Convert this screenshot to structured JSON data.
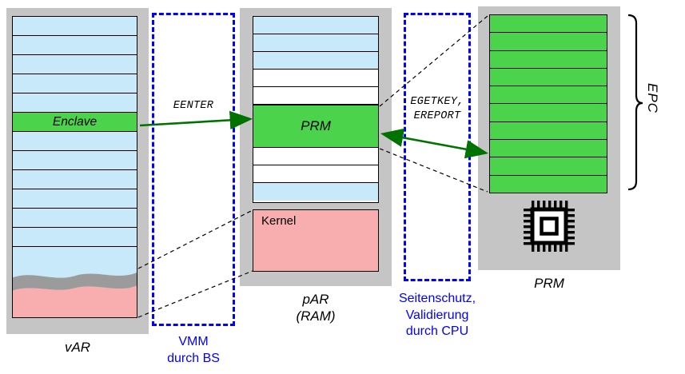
{
  "colors": {
    "canvas_bg": "#ffffff",
    "container_gray": "#c5c5c5",
    "stripe_blue": "#c8e9fa",
    "stripe_white": "#ffffff",
    "block_green": "#4cd34c",
    "block_pink": "#f8aeae",
    "wave_gray": "#9b9b9b",
    "dashed_blue": "#0000ff",
    "arrow_green": "#007200",
    "line_black": "#000000"
  },
  "left_column": {
    "caption": "vAR",
    "enclave": {
      "label": "Enclave"
    },
    "stripes_above": [
      "blue",
      "blue",
      "blue",
      "blue",
      "blue"
    ],
    "stripes_below": [
      "blue",
      "blue",
      "blue",
      "blue",
      "blue",
      "blue",
      "blue"
    ]
  },
  "vmm_box": {
    "instruction": "EENTER",
    "caption_lines": [
      "VMM",
      "durch BS"
    ]
  },
  "middle_column": {
    "caption_lines": [
      "pAR",
      "(RAM)"
    ],
    "prm": {
      "label": "PRM"
    },
    "kernel": {
      "label": "Kernel"
    },
    "stripes_above": [
      "blue",
      "blue",
      "blue",
      "white",
      "white"
    ],
    "stripes_below": [
      "white",
      "white",
      "blue"
    ]
  },
  "cpu_box": {
    "instruction_lines": [
      "EGETKEY,",
      "EREPORT"
    ],
    "caption_lines": [
      "Seitenschutz,",
      "Validierung",
      "durch CPU"
    ]
  },
  "right_column": {
    "caption": "PRM",
    "epc": {
      "label": "EPC",
      "row_count": 10
    }
  }
}
